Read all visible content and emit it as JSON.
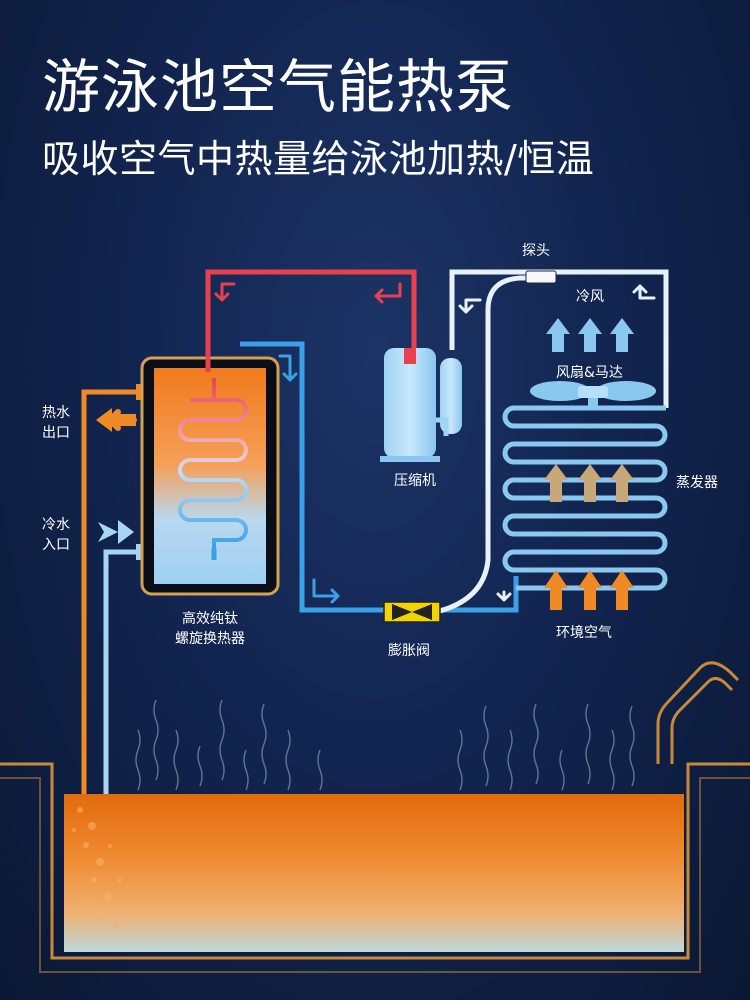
{
  "title": "游泳池空气能热泵",
  "subtitle": "吸收空气中热量给泳池加热/恒温",
  "labels": {
    "probe": "探头",
    "cold_air": "冷风",
    "fan_motor": "风扇&马达",
    "compressor": "压缩机",
    "evaporator": "蒸发器",
    "ambient_air": "环境空气",
    "expansion_valve": "膨胀阀",
    "heat_exchanger_1": "高效纯钛",
    "heat_exchanger_2": "螺旋换热器",
    "hot_water_out_1": "热水",
    "hot_water_out_2": "出口",
    "cold_water_in_1": "冷水",
    "cold_water_in_2": "入口"
  },
  "colors": {
    "hot_pipe": "#e8404f",
    "cold_pipe": "#3aa0e8",
    "white_pipe": "#e8f2ff",
    "water_out_pipe": "#f08a24",
    "water_in_pipe": "#a8d4f5",
    "pool_water": "#e8781c",
    "evaporator": "#8ac8f0",
    "valve": "#f2d400"
  }
}
